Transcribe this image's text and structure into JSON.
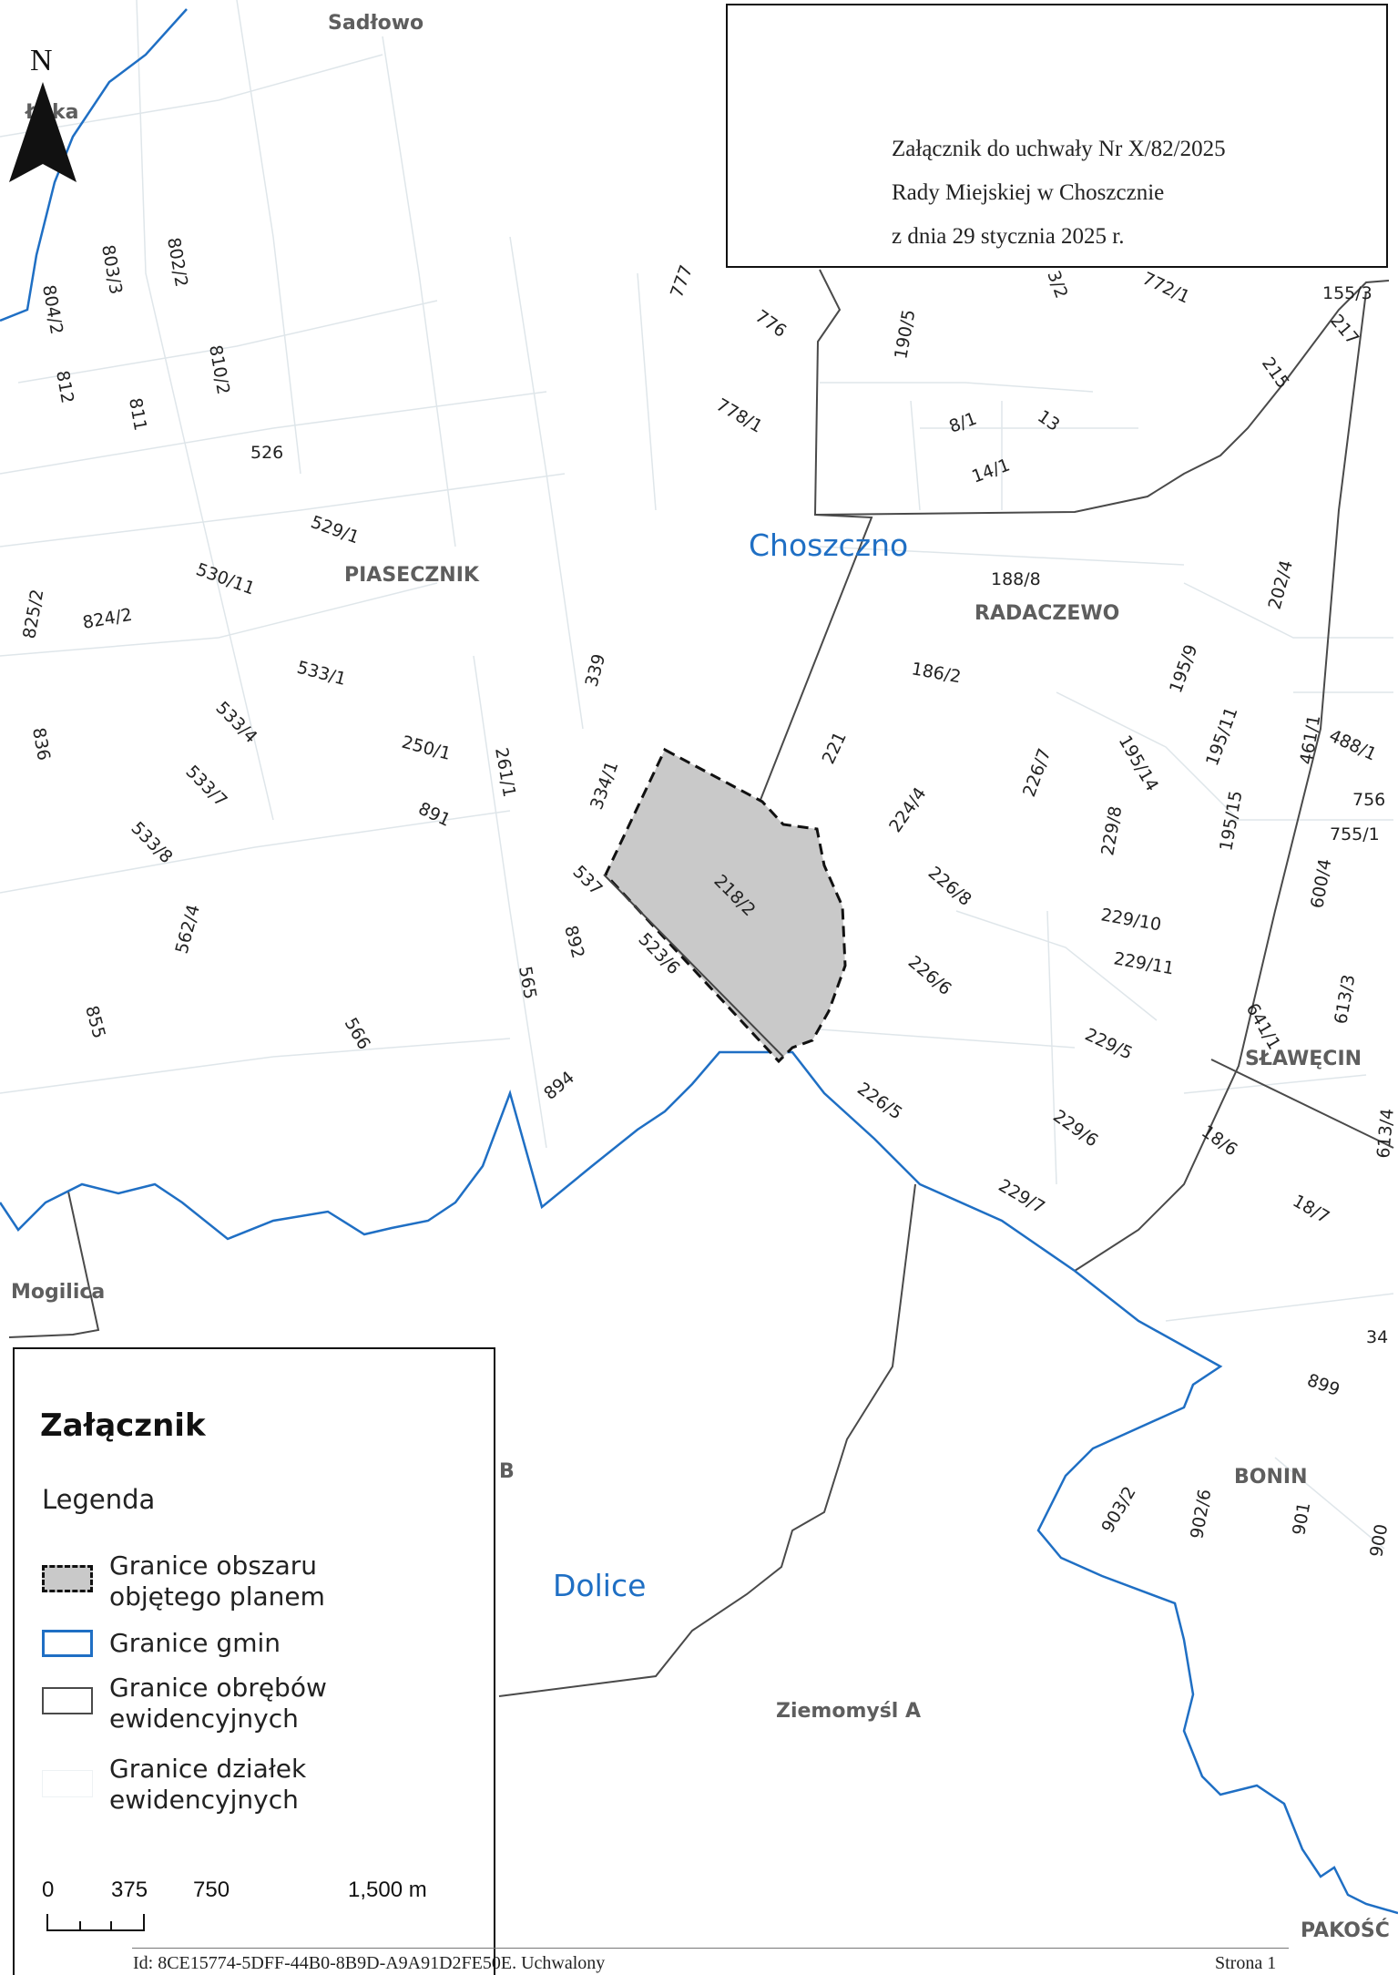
{
  "doc": {
    "title_lines": [
      "Załącznik do uchwały Nr X/82/2025",
      "Rady Miejskiej w Choszcznie",
      "z dnia 29 stycznia 2025 r."
    ],
    "north_label": "N",
    "footer_id": "Id: 8CE15774-5DFF-44B0-8B9D-A9A91D2FE50E. Uchwalony",
    "footer_page": "Strona 1"
  },
  "legend": {
    "heading": "Załącznik",
    "subheading": "Legenda",
    "items": [
      {
        "line1": "Granice obszaru",
        "line2": "objętego planem"
      },
      {
        "line1": "Granice gmin",
        "line2": ""
      },
      {
        "line1": "Granice obrębów",
        "line2": "ewidencyjnych"
      },
      {
        "line1": "Granice działek",
        "line2": "ewidencyjnych"
      }
    ],
    "scale_labels": [
      "0",
      "375",
      "750",
      "1,500 m"
    ]
  },
  "map": {
    "colors": {
      "gmina_boundary": "#1f6fc4",
      "precinct_boundary": "#4a4a4a",
      "parcel_lines": "#dfe6ea",
      "plan_area_fill": "#c9c9c9"
    },
    "regions": [
      "Sadłowo",
      "Łęka",
      "PIASECZNIK",
      "RADACZEWO",
      "SŁAWĘCIN",
      "Mogilica",
      "BONIN",
      "Ziemomyśl A",
      "PAKOŚĆ",
      "B"
    ],
    "gminas": [
      "Choszczno",
      "Dolice"
    ],
    "parcels": [
      "803/3",
      "802/2",
      "804/2",
      "812",
      "811",
      "810/2",
      "526",
      "529/1",
      "530/11",
      "825/2",
      "824/2",
      "533/1",
      "533/4",
      "836",
      "533/7",
      "533/8",
      "250/1",
      "261/1",
      "891",
      "339",
      "334/1",
      "537",
      "892",
      "523/6",
      "562/4",
      "565",
      "855",
      "566",
      "894",
      "777",
      "776",
      "778/1",
      "190/5",
      "8/1",
      "13",
      "14/1",
      "3/2",
      "772/1",
      "155/3",
      "217",
      "215",
      "188/8",
      "202/4",
      "186/2",
      "221",
      "224/4",
      "226/7",
      "195/9",
      "195/14",
      "195/11",
      "461/1",
      "488/1",
      "226/8",
      "229/8",
      "195/15",
      "756",
      "755/1",
      "600/4",
      "229/10",
      "226/6",
      "229/11",
      "641/1",
      "613/3",
      "229/5",
      "226/5",
      "229/6",
      "18/6",
      "613/4",
      "229/7",
      "18/7",
      "34",
      "899",
      "903/2",
      "902/6",
      "901",
      "900",
      "218/2"
    ]
  }
}
